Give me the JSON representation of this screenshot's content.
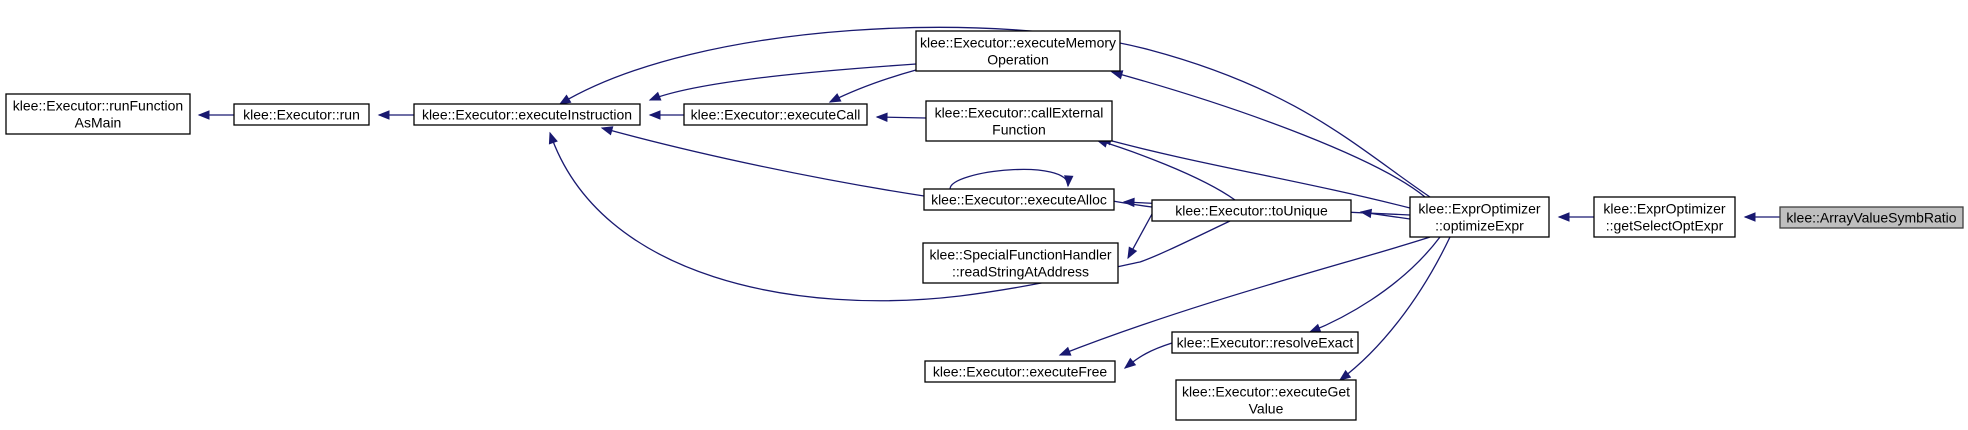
{
  "graph": {
    "colors": {
      "edge": "#191970",
      "node_border": "#000000",
      "highlight_fill": "#bfbfbf",
      "background": "#ffffff"
    },
    "nodes": [
      {
        "id": "runFunctionAsMain",
        "lines": [
          "klee::Executor::runFunction",
          "AsMain"
        ]
      },
      {
        "id": "run",
        "lines": [
          "klee::Executor::run"
        ]
      },
      {
        "id": "executeInstruction",
        "lines": [
          "klee::Executor::executeInstruction"
        ]
      },
      {
        "id": "executeCall",
        "lines": [
          "klee::Executor::executeCall"
        ]
      },
      {
        "id": "executeMemoryOperation",
        "lines": [
          "klee::Executor::executeMemory",
          "Operation"
        ]
      },
      {
        "id": "callExternalFunction",
        "lines": [
          "klee::Executor::callExternal",
          "Function"
        ]
      },
      {
        "id": "executeAlloc",
        "lines": [
          "klee::Executor::executeAlloc"
        ]
      },
      {
        "id": "readStringAtAddress",
        "lines": [
          "klee::SpecialFunctionHandler",
          "::readStringAtAddress"
        ]
      },
      {
        "id": "toUnique",
        "lines": [
          "klee::Executor::toUnique"
        ]
      },
      {
        "id": "executeFree",
        "lines": [
          "klee::Executor::executeFree"
        ]
      },
      {
        "id": "resolveExact",
        "lines": [
          "klee::Executor::resolveExact"
        ]
      },
      {
        "id": "executeGetValue",
        "lines": [
          "klee::Executor::executeGet",
          "Value"
        ]
      },
      {
        "id": "optimizeExpr",
        "lines": [
          "klee::ExprOptimizer",
          "::optimizeExpr"
        ]
      },
      {
        "id": "getSelectOptExpr",
        "lines": [
          "klee::ExprOptimizer",
          "::getSelectOptExpr"
        ]
      },
      {
        "id": "arrayValueSymbRatio",
        "lines": [
          "klee::ArrayValueSymbRatio"
        ],
        "highlight": true
      }
    ],
    "edges": [
      {
        "from": "run",
        "to": "runFunctionAsMain"
      },
      {
        "from": "executeInstruction",
        "to": "run"
      },
      {
        "from": "executeCall",
        "to": "executeInstruction"
      },
      {
        "from": "executeMemoryOperation",
        "to": "executeInstruction"
      },
      {
        "from": "executeMemoryOperation",
        "to": "executeCall"
      },
      {
        "from": "callExternalFunction",
        "to": "executeCall"
      },
      {
        "from": "executeAlloc",
        "to": "executeInstruction"
      },
      {
        "from": "executeAlloc",
        "to": "executeAlloc"
      },
      {
        "from": "toUnique",
        "to": "executeAlloc"
      },
      {
        "from": "toUnique",
        "to": "callExternalFunction"
      },
      {
        "from": "toUnique",
        "to": "readStringAtAddress"
      },
      {
        "from": "toUnique",
        "to": "executeInstruction"
      },
      {
        "from": "resolveExact",
        "to": "executeFree"
      },
      {
        "from": "optimizeExpr",
        "to": "executeInstruction"
      },
      {
        "from": "optimizeExpr",
        "to": "executeMemoryOperation"
      },
      {
        "from": "optimizeExpr",
        "to": "callExternalFunction"
      },
      {
        "from": "optimizeExpr",
        "to": "executeAlloc"
      },
      {
        "from": "optimizeExpr",
        "to": "toUnique"
      },
      {
        "from": "optimizeExpr",
        "to": "executeFree"
      },
      {
        "from": "optimizeExpr",
        "to": "resolveExact"
      },
      {
        "from": "optimizeExpr",
        "to": "executeGetValue"
      },
      {
        "from": "getSelectOptExpr",
        "to": "optimizeExpr"
      },
      {
        "from": "arrayValueSymbRatio",
        "to": "getSelectOptExpr"
      }
    ]
  }
}
